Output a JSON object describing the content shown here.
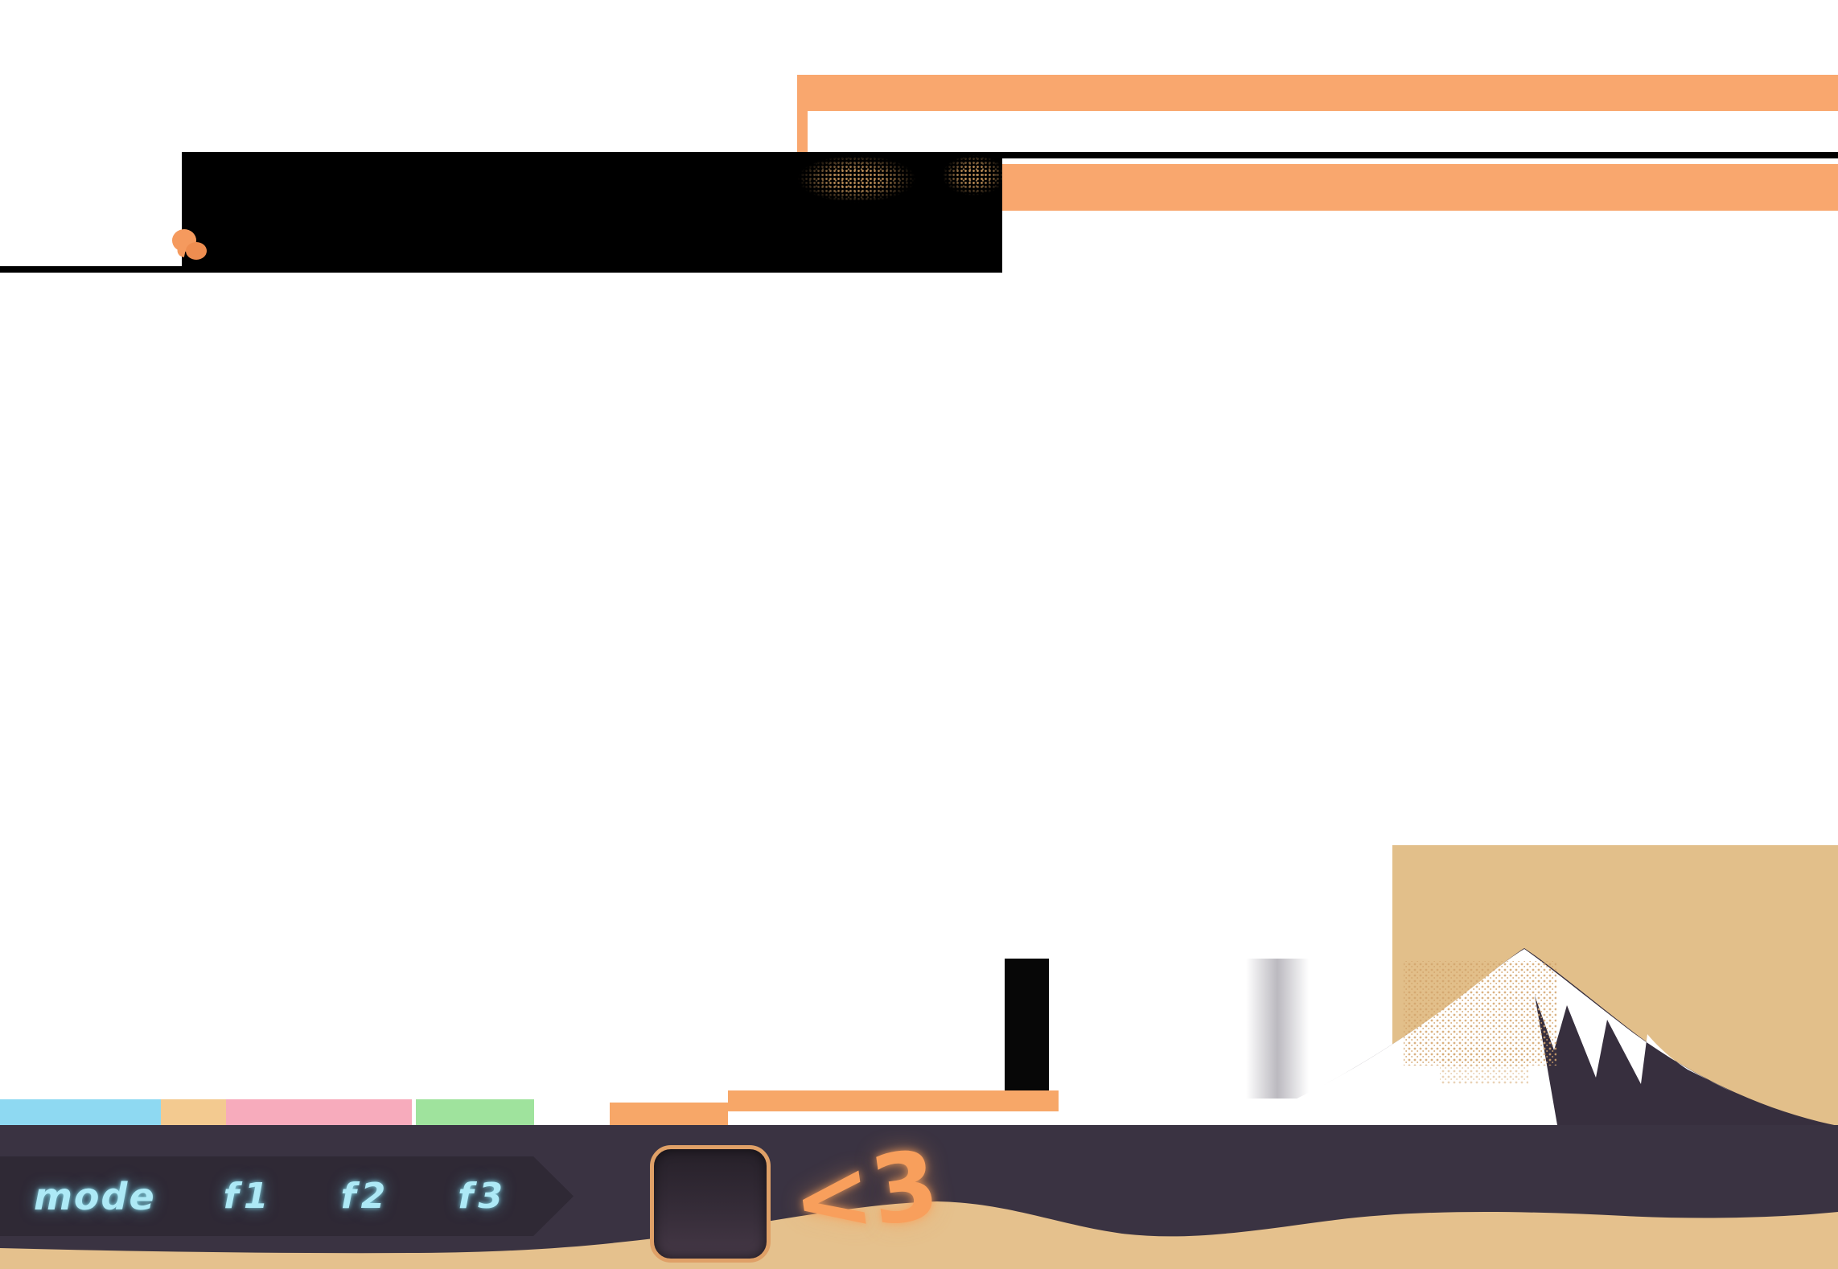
{
  "header": {
    "top_bar_color": "#f9a76e",
    "right_bar_color": "#f9a76e",
    "redaction_color": "#000000"
  },
  "icons": {
    "chat_bubbles": "chat-bubbles-icon"
  },
  "strips": {
    "blue": "#8ed9f2",
    "tan": "#f3ca90",
    "pink": "#f7abbc",
    "green": "#9fe39d",
    "orange": "#f7a768"
  },
  "scene": {
    "sky": "#e2bf8a",
    "mountain": "#372f3e",
    "snow": "#ffffff",
    "band": "#3a3342",
    "sand": "#e5c18d"
  },
  "bottom_bar": {
    "mode_label": "mode",
    "fkeys": [
      "f1",
      "f2",
      "f3"
    ],
    "heart": "<3",
    "label_color": "#ade9f6",
    "heart_color": "#f89f5c"
  }
}
